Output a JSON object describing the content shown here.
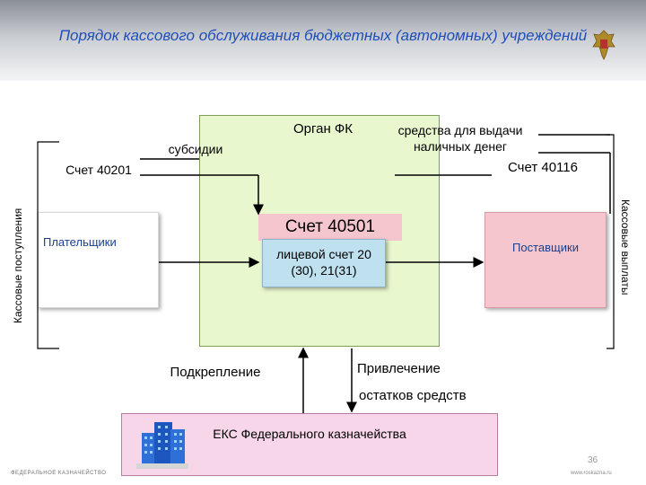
{
  "header": {
    "title": "Порядок кассового обслуживания бюджетных (автономных) учреждений"
  },
  "diagram": {
    "fk_label": "Орган ФК",
    "subsidies_label": "субсидии",
    "cash_funds_label": "средства для выдачи наличных денег",
    "account_40201": "Счет 40201",
    "account_40116": "Счет 40116",
    "account_40501": "Счет 40501",
    "personal_account": "лицевой счет 20 (30), 21(31)",
    "payers_label": "Плательщики",
    "suppliers_label": "Поставщики",
    "cash_receipts_label": "Кассовые поступления",
    "cash_payments_label": "Кассовые выплаты",
    "reinforcement_label": "Подкрепление",
    "attraction_label_1": "Привлечение",
    "attraction_label_2": "остатков средств",
    "eks_label": "ЕКС Федерального казначейства"
  },
  "footer": {
    "logo_text": "ФЕДЕРАЛЬНОЕ КАЗНАЧЕЙСТВО",
    "site": "www.roskazna.ru",
    "page_number": "36"
  },
  "colors": {
    "title": "#1f4fb8",
    "fk_box": "#e9f7cf",
    "pink": "#f6c6cf",
    "blue_box": "#bfe0ef",
    "eks_box": "#f8d6ea"
  }
}
